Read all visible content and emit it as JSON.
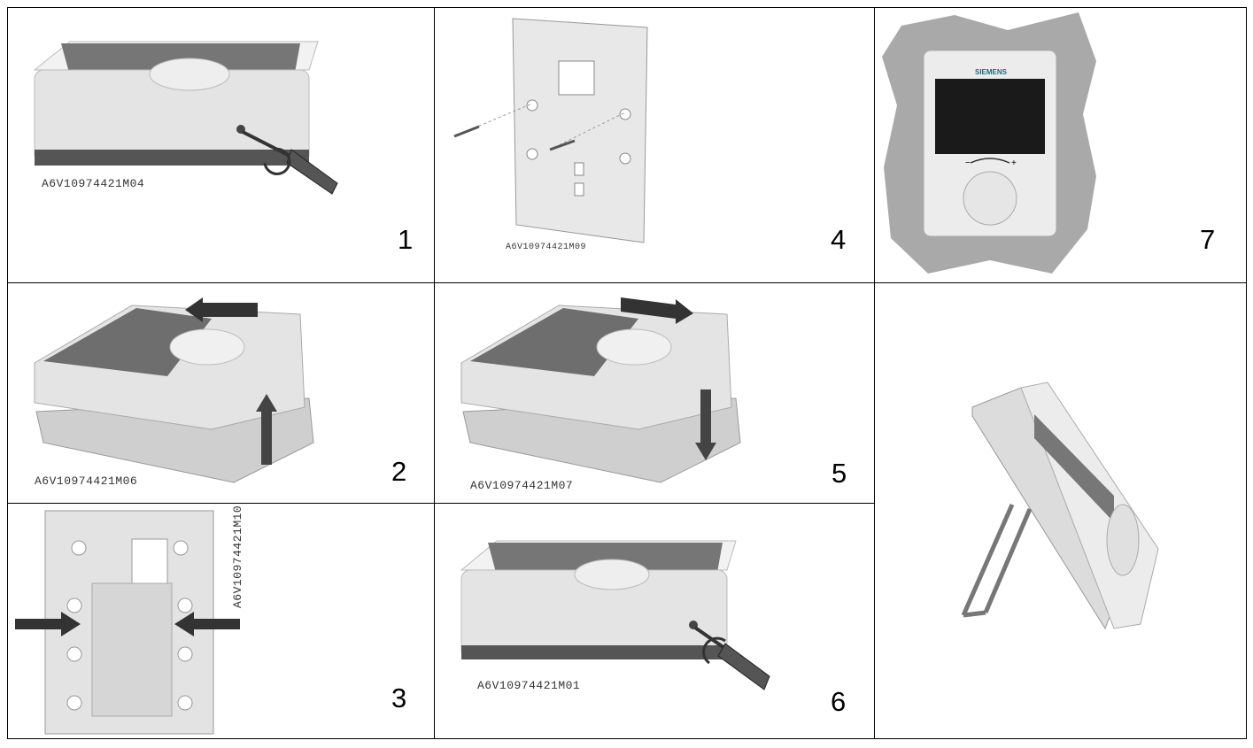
{
  "panels": [
    {
      "step": "1",
      "code": "A6V10974421M04"
    },
    {
      "step": "4",
      "code": "A6V10974421M09"
    },
    {
      "step": "7",
      "brand": "SIEMENS",
      "dial_minus": "−",
      "dial_plus": "+"
    },
    {
      "step": "2",
      "code": "A6V10974421M06"
    },
    {
      "step": "5",
      "code": "A6V10974421M07"
    },
    {
      "step": "",
      "code": ""
    },
    {
      "step": "3",
      "code": "A6V10974421M10"
    },
    {
      "step": "6",
      "code": "A6V10974421M01"
    }
  ],
  "colors": {
    "border": "#000000",
    "housing": "#e6e6e6",
    "display": "#6e6e6e",
    "display_dark": "#1a1a1a",
    "wall": "#a9a9a9",
    "arrow": "#3a3a3a"
  },
  "icons": [
    "screwdriver-icon",
    "rotate-arrow-icon",
    "slide-arrow-icon",
    "press-arrow-icon",
    "screw-icon"
  ]
}
